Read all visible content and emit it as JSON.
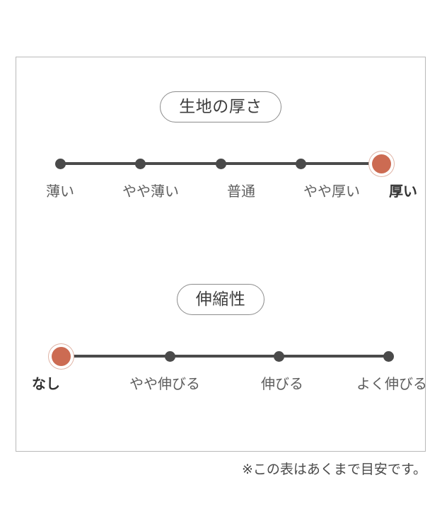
{
  "panel": {
    "border_color": "#b9b9b9",
    "background": "#ffffff"
  },
  "accent_color": "#cc6b52",
  "dot_color": "#4a4a4a",
  "sections": [
    {
      "id": "fabric-thickness",
      "title": "生地の厚さ",
      "selected_index": 4,
      "options": [
        {
          "label": "薄い",
          "x_percent": 0
        },
        {
          "label": "やや薄い",
          "x_percent": 25
        },
        {
          "label": "普通",
          "x_percent": 50
        },
        {
          "label": "やや厚い",
          "x_percent": 75
        },
        {
          "label": "厚い",
          "x_percent": 100
        }
      ]
    },
    {
      "id": "stretchiness",
      "title": "伸縮性",
      "selected_index": 0,
      "options": [
        {
          "label": "なし",
          "x_percent": 0
        },
        {
          "label": "やや伸びる",
          "x_percent": 33.3
        },
        {
          "label": "伸びる",
          "x_percent": 66.6
        },
        {
          "label": "よく伸びる",
          "x_percent": 100
        }
      ]
    }
  ],
  "footnote": "※この表はあくまで目安です。"
}
